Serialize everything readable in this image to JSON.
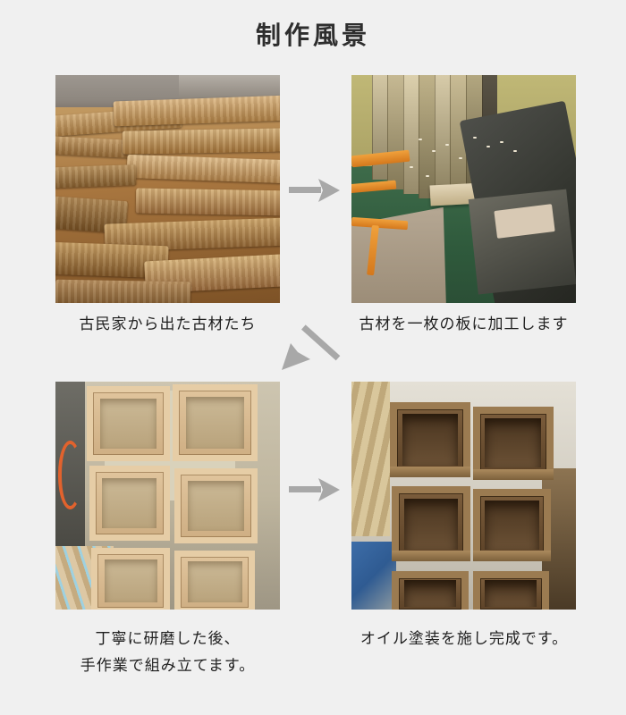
{
  "page": {
    "title": "制作風景",
    "background_color": "#f0f0f0",
    "text_color": "#1f1f1f",
    "arrow_color": "#a8a8a8"
  },
  "steps": [
    {
      "index": 1,
      "photo_name": "stacked-reclaimed-timber-photo",
      "photo_alt": "古民家から出た古材の山",
      "caption": "古民家から出た古材たち"
    },
    {
      "index": 2,
      "photo_name": "workshop-planer-photo",
      "photo_alt": "工房の製材機と木くず",
      "caption": "古材を一枚の板に加工します"
    },
    {
      "index": 3,
      "photo_name": "assembled-raw-boxes-photo",
      "photo_alt": "研磨後に組み立てた無塗装の木箱",
      "caption": "丁寧に研磨した後、\n手作業で組み立てます。"
    },
    {
      "index": 4,
      "photo_name": "oiled-finished-boxes-photo",
      "photo_alt": "オイル塗装された完成品の木箱",
      "caption": "オイル塗装を施し完成です。"
    }
  ],
  "arrows": [
    {
      "name": "arrow-step1-to-step2",
      "direction": "right",
      "icon": "arrow-right-icon"
    },
    {
      "name": "arrow-step2-to-step3",
      "direction": "down-left",
      "icon": "arrow-down-left-icon"
    },
    {
      "name": "arrow-step3-to-step4",
      "direction": "right",
      "icon": "arrow-right-icon"
    }
  ]
}
